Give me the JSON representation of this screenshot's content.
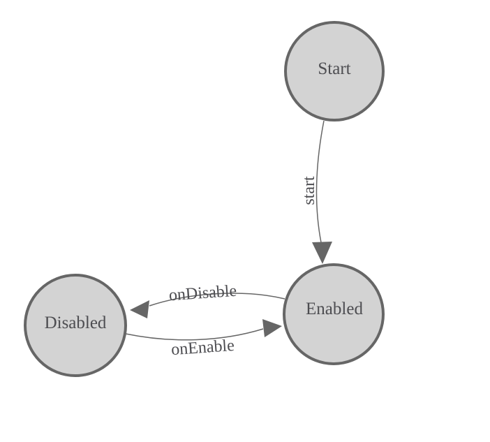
{
  "diagram": {
    "kind": "state-machine-graph",
    "background": "#ffffff",
    "node_fill": "#d3d3d3",
    "node_border": "#666666",
    "edge_color": "#666666",
    "label_color": "#4d4d51",
    "nodes": [
      {
        "id": "start",
        "label": "Start"
      },
      {
        "id": "enabled",
        "label": "Enabled"
      },
      {
        "id": "disabled",
        "label": "Disabled"
      }
    ],
    "edges": [
      {
        "id": "start-transition",
        "from": "Start",
        "to": "Enabled",
        "label": "start"
      },
      {
        "id": "on-disable-transition",
        "from": "Enabled",
        "to": "Disabled",
        "label": "onDisable"
      },
      {
        "id": "on-enable-transition",
        "from": "Disabled",
        "to": "Enabled",
        "label": "onEnable"
      }
    ]
  }
}
